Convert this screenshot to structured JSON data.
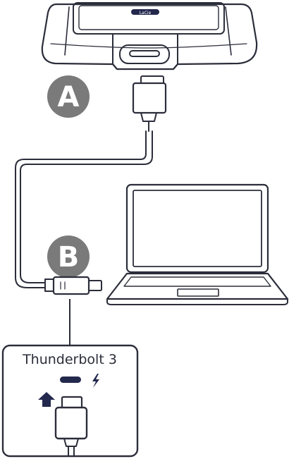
{
  "steps": {
    "a_label": "A",
    "b_label": "B"
  },
  "callout": {
    "title": "Thunderbolt 3"
  },
  "device": {
    "logo": "LaCie"
  },
  "icons": {
    "thunderbolt_port": "usb-c-port-icon",
    "thunderbolt_symbol": "lightning-bolt-icon",
    "insert_direction": "arrow-up-icon",
    "cable_plug": "usb-c-plug-icon"
  },
  "colors": {
    "line": "#2b2d3a",
    "badge_fill": "#7a7a7a",
    "badge_text": "#ffffff",
    "logo_fill": "#23284d"
  }
}
